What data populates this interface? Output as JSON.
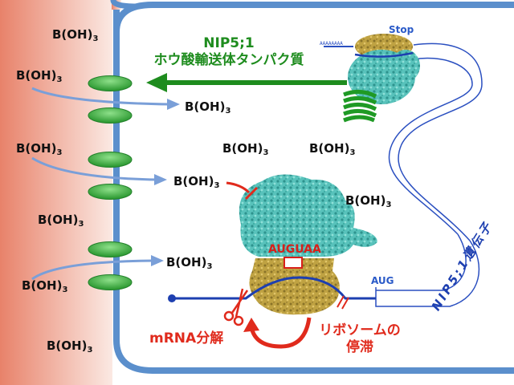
{
  "labels": {
    "boron": "B(OH)",
    "boron_sub": "3",
    "transporter_line1": "NIP5;1",
    "transporter_line2": "ホウ酸輸送体タンパク質",
    "stop": "Stop",
    "aug": "AUG",
    "auguaa": "AUGUAA",
    "polyA": "AAAAAAAA",
    "gene": "NIP5;1遺伝子",
    "mrna_decay": "mRNA分解",
    "ribosome_stall_line1": "リボソームの",
    "ribosome_stall_line2": "停滞"
  },
  "colors": {
    "cell_wall": "#5b8fcc",
    "outside_gradient_start": "#e8826a",
    "outside_gradient_end": "#fbe9e3",
    "membrane_channel": "#3fae3f",
    "transport_arrow": "#7a9fd8",
    "protein_green": "#1e8c1e",
    "inhibition_red": "#e02a1c",
    "mrna_blue": "#1d3fb0",
    "ribosome_small": "#c9a83a",
    "ribosome_large": "#5fc6c0"
  }
}
